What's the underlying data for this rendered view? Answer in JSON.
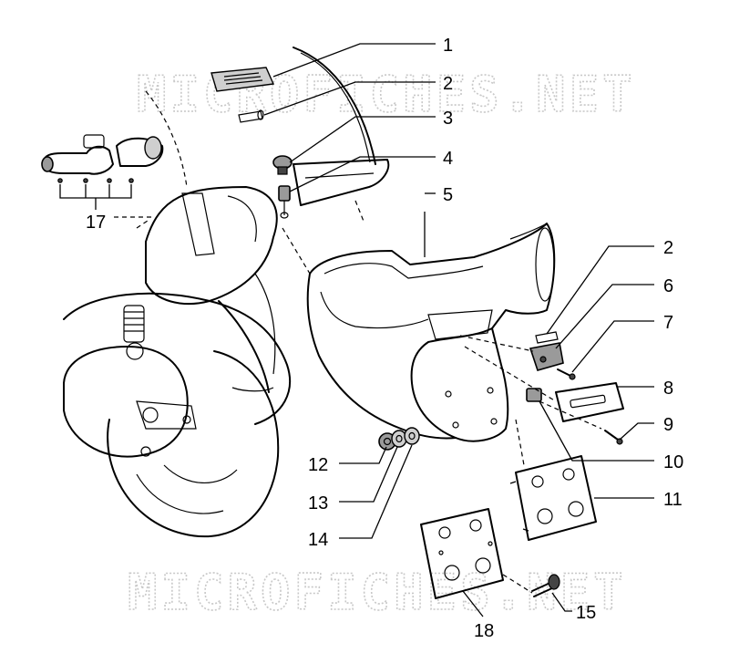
{
  "watermark": {
    "top": "MICROFICHES.NET",
    "bottom": "MICROFICHES.NET"
  },
  "callouts": [
    {
      "id": "c1",
      "label": "1"
    },
    {
      "id": "c2a",
      "label": "2"
    },
    {
      "id": "c3",
      "label": "3"
    },
    {
      "id": "c4",
      "label": "4"
    },
    {
      "id": "c5",
      "label": "5"
    },
    {
      "id": "c2b",
      "label": "2"
    },
    {
      "id": "c6",
      "label": "6"
    },
    {
      "id": "c7",
      "label": "7"
    },
    {
      "id": "c8",
      "label": "8"
    },
    {
      "id": "c9",
      "label": "9"
    },
    {
      "id": "c10",
      "label": "10"
    },
    {
      "id": "c11",
      "label": "11"
    },
    {
      "id": "c12",
      "label": "12"
    },
    {
      "id": "c13",
      "label": "13"
    },
    {
      "id": "c14",
      "label": "14"
    },
    {
      "id": "c15",
      "label": "15"
    },
    {
      "id": "c17",
      "label": "17"
    },
    {
      "id": "c18",
      "label": "18"
    }
  ]
}
